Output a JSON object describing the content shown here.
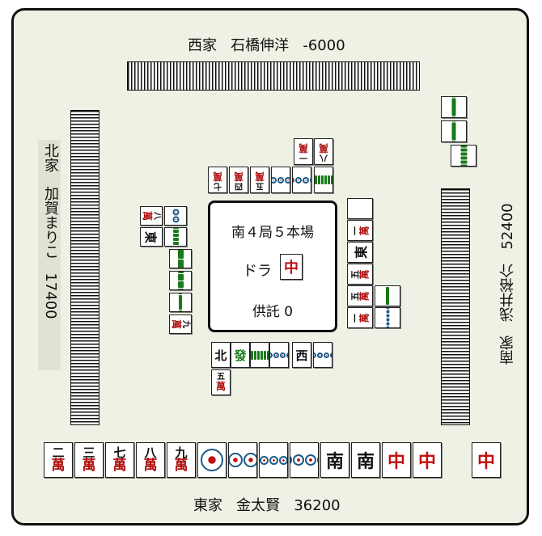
{
  "players": {
    "west": {
      "seat": "西家",
      "name": "石橋伸洋",
      "score": "-6000"
    },
    "north": {
      "seat": "北家",
      "name": "加賀まりこ",
      "score": "17400"
    },
    "south": {
      "seat": "南家",
      "name": "浅井裕介",
      "score": "52400"
    },
    "east": {
      "seat": "東家",
      "name": "金太賢",
      "score": "36200"
    }
  },
  "center": {
    "round": "南４局５本場",
    "dora_label": "ドラ",
    "dora_tile": "中",
    "deposit": "供託 0"
  },
  "east_hand": [
    {
      "kind": "man",
      "num": "二",
      "suit": "萬"
    },
    {
      "kind": "man",
      "num": "三",
      "suit": "萬"
    },
    {
      "kind": "man",
      "num": "七",
      "suit": "萬"
    },
    {
      "kind": "man",
      "num": "八",
      "suit": "萬"
    },
    {
      "kind": "man",
      "num": "九",
      "suit": "萬"
    },
    {
      "kind": "pin",
      "count": 1
    },
    {
      "kind": "pin",
      "count": 2
    },
    {
      "kind": "pin",
      "count": 3
    },
    {
      "kind": "pin",
      "count": 4
    },
    {
      "kind": "honor",
      "ch": "南"
    },
    {
      "kind": "honor",
      "ch": "南"
    },
    {
      "kind": "honor",
      "ch": "中",
      "color": "red"
    },
    {
      "kind": "honor",
      "ch": "中",
      "color": "red"
    }
  ],
  "east_draw": {
    "kind": "honor",
    "ch": "中",
    "color": "red"
  },
  "east_discards": [
    {
      "kind": "honor",
      "ch": "北"
    },
    {
      "kind": "honor",
      "ch": "發",
      "color": "green"
    },
    {
      "kind": "sou",
      "count": 6
    },
    {
      "kind": "pin",
      "count": 6
    },
    {
      "kind": "honor",
      "ch": "西"
    },
    {
      "kind": "pin",
      "count": 6
    },
    {
      "kind": "man",
      "num": "五",
      "suit": "萬"
    }
  ],
  "west_discards": [
    {
      "kind": "man",
      "num": "七",
      "suit": "萬"
    },
    {
      "kind": "man",
      "num": "四",
      "suit": "萬"
    },
    {
      "kind": "man",
      "num": "五",
      "suit": "萬"
    },
    {
      "kind": "pin",
      "count": 3
    },
    {
      "kind": "pin",
      "count": 4
    },
    {
      "kind": "sou",
      "count": 6
    },
    {
      "kind": "man",
      "num": "一",
      "suit": "萬"
    },
    {
      "kind": "man",
      "num": "八",
      "suit": "萬"
    }
  ],
  "north_discards": [
    {
      "kind": "man",
      "num": "八",
      "suit": "萬"
    },
    {
      "kind": "pin",
      "count": 2
    },
    {
      "kind": "honor",
      "ch": "東"
    },
    {
      "kind": "sou",
      "count": 6
    },
    {
      "kind": "sou",
      "count": 2
    },
    {
      "kind": "sou",
      "count": 4
    },
    {
      "kind": "sou",
      "count": 3
    },
    {
      "kind": "man",
      "num": "九",
      "suit": "萬"
    }
  ],
  "south_discards": [
    {
      "kind": "honor",
      "ch": "白"
    },
    {
      "kind": "man",
      "num": "一",
      "suit": "萬"
    },
    {
      "kind": "honor",
      "ch": "東"
    },
    {
      "kind": "man",
      "num": "五",
      "suit": "萬"
    },
    {
      "kind": "man",
      "num": "五",
      "suit": "萬"
    },
    {
      "kind": "sou",
      "count": 3
    },
    {
      "kind": "man",
      "num": "一",
      "suit": "萬"
    },
    {
      "kind": "pin",
      "count": 8
    }
  ],
  "south_extra": [
    {
      "kind": "sou",
      "count": 3
    },
    {
      "kind": "sou",
      "count": 3
    },
    {
      "kind": "sou",
      "count": 8
    }
  ],
  "colors": {
    "board": "#eef2e4",
    "border": "#111111",
    "man_red": "#b01010",
    "pin_blue": "#1a5a8a",
    "sou_green": "#1a7a1a"
  }
}
